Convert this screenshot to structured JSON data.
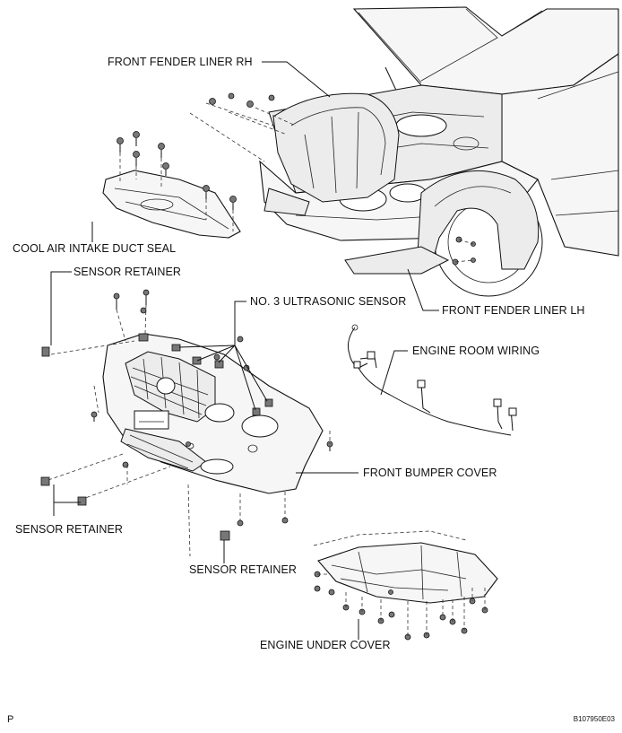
{
  "labels": {
    "front_fender_liner_rh": "FRONT FENDER LINER RH",
    "cool_air_intake_duct_seal": "COOL AIR INTAKE DUCT SEAL",
    "sensor_retainer_top": "SENSOR RETAINER",
    "no3_ultrasonic_sensor": "NO. 3 ULTRASONIC SENSOR",
    "front_fender_liner_lh": "FRONT FENDER LINER LH",
    "engine_room_wiring": "ENGINE ROOM WIRING",
    "front_bumper_cover": "FRONT BUMPER COVER",
    "sensor_retainer_left": "SENSOR RETAINER",
    "sensor_retainer_bottom": "SENSOR RETAINER",
    "engine_under_cover": "ENGINE UNDER COVER"
  },
  "footer": {
    "page_letter": "P",
    "figure_code": "B107950E03"
  }
}
